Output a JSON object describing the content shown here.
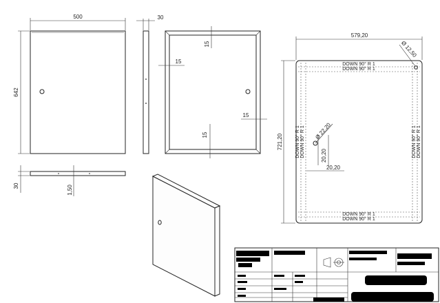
{
  "front_view": {
    "width_dim": "500",
    "height_dim": "642"
  },
  "side_view": {
    "thickness_dim": "30"
  },
  "bottom_view": {
    "height_dim": "30",
    "hole_dim": "1,50"
  },
  "frame_view": {
    "top_dim": "15",
    "left_dim": "15",
    "right_dim": "15",
    "bottom_dim": "15"
  },
  "flat_pattern": {
    "width_dim": "579,20",
    "height_dim": "721,20",
    "corner_hole_dim": "Ø 12,50",
    "center_hole_dim": "Ø 22,20",
    "hole_x_dim": "20,20",
    "hole_y_dim": "20,20",
    "bend_top_1": "DOWN  90°  R 1",
    "bend_top_2": "DOWN  90°  R 1",
    "bend_bottom_1": "DOWN  90°  R 1",
    "bend_bottom_2": "DOWN  90°  R 1",
    "bend_left_1": "DOWN  90°  R 1",
    "bend_left_2": "DOWN  90°  R 1",
    "bend_right_1": "DOWN  90°  R 1",
    "bend_right_2": "DOWN  90°  R 1"
  },
  "colors": {
    "line": "#222222",
    "redaction": "#000000"
  }
}
